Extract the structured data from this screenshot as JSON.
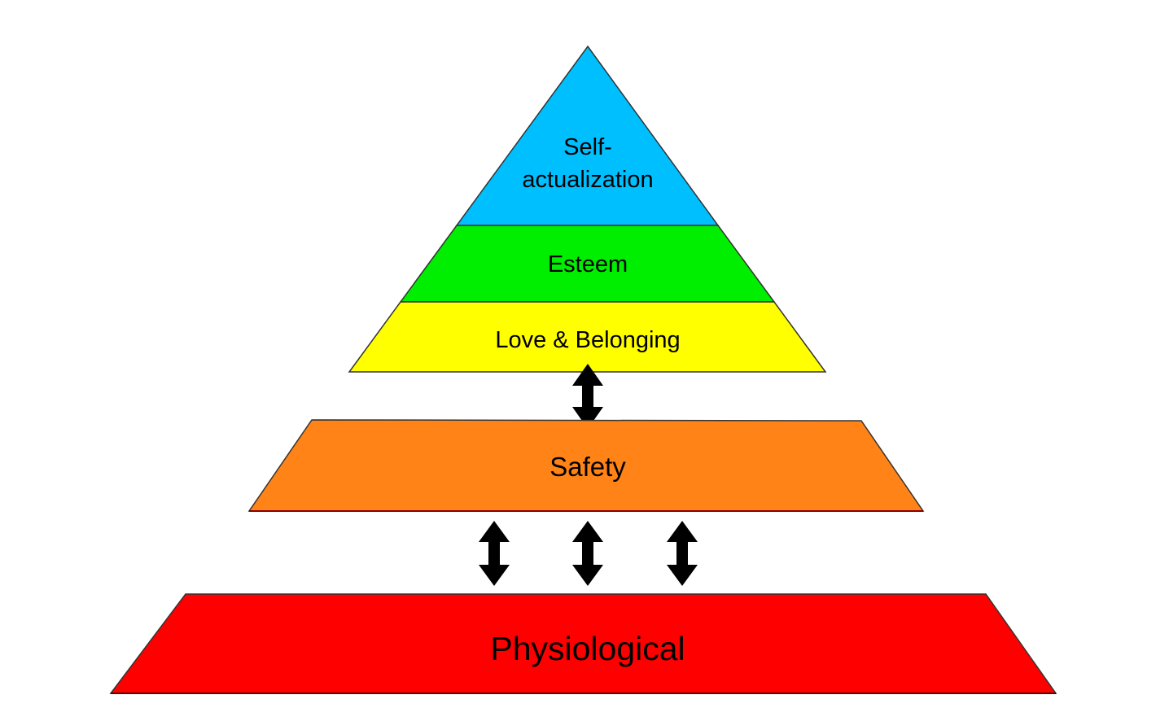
{
  "pyramid": {
    "self_actualization": {
      "line1": "Self-",
      "line2": "actualization",
      "color": "#00BFFF"
    },
    "esteem": {
      "label": "Esteem",
      "color": "#00EE00"
    },
    "love_belonging": {
      "label": "Love & Belonging",
      "color": "#FFFF00"
    },
    "safety": {
      "label": "Safety",
      "color": "#FF8317"
    },
    "physiological": {
      "label": "Physiological",
      "color": "#FF0000"
    }
  },
  "arrows": {
    "type": "double-headed-vertical-arrow",
    "color": "#000000"
  }
}
